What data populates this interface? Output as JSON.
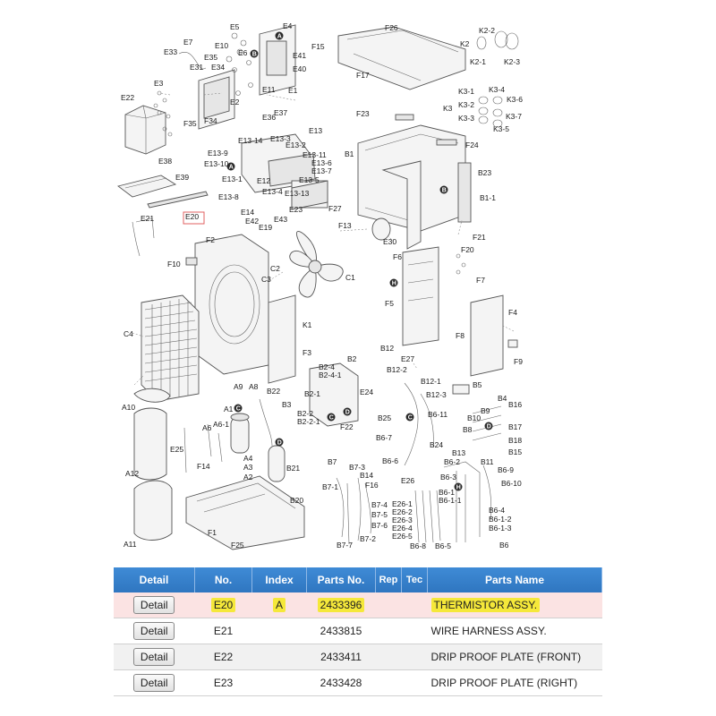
{
  "diagram": {
    "labels": [
      "E5",
      "E4",
      "E7",
      "E10",
      "E33",
      "E6",
      "E35",
      "E31",
      "E34",
      "E41",
      "E40",
      "E3",
      "E22",
      "E11",
      "E2",
      "E1",
      "E36",
      "E37",
      "F35",
      "F34",
      "E13",
      "E13-14",
      "E13-3",
      "E13-2",
      "E13-9",
      "E13-10",
      "E13-1",
      "E13-11",
      "E13-6",
      "E13-7",
      "E13-5",
      "E13-8",
      "E12",
      "E13-4",
      "E13-13",
      "E38",
      "E39",
      "E14",
      "E42",
      "E43",
      "E19",
      "E23",
      "F27",
      "E21",
      "E20",
      "F26",
      "F15",
      "K2-2",
      "K2",
      "K2-1",
      "K2-3",
      "F17",
      "K3-1",
      "K3-4",
      "K3",
      "K3-2",
      "K3-6",
      "K3-3",
      "K3-7",
      "K3-5",
      "F23",
      "F24",
      "B1",
      "B23",
      "B1-1",
      "F13",
      "E30",
      "F21",
      "F20",
      "F6",
      "F7",
      "F2",
      "F10",
      "C2",
      "C3",
      "C1",
      "K1",
      "F5",
      "F4",
      "F8",
      "F3",
      "C4",
      "F9",
      "B12",
      "E27",
      "B2",
      "B2-4",
      "B2-4-1",
      "B12-2",
      "B12-1",
      "B12-3",
      "A9",
      "A8",
      "A1",
      "B22",
      "B3",
      "B2-1",
      "E24",
      "B5",
      "B4",
      "A10",
      "B2-2",
      "B2-2-1",
      "F22",
      "B25",
      "B6-11",
      "B10",
      "B9",
      "B16",
      "B17",
      "B18",
      "A6",
      "A6-1",
      "B6-7",
      "B24",
      "B8",
      "B15",
      "E25",
      "A4",
      "A3",
      "A2",
      "B21",
      "B7",
      "B7-3",
      "B13",
      "B11",
      "B6-9",
      "B6-2",
      "B6-10",
      "B6-6",
      "B6-3",
      "E26",
      "B6-1",
      "B6-1-1",
      "B6-4",
      "A12",
      "F14",
      "B7-1",
      "B14",
      "F16",
      "E26-1",
      "E26-2",
      "E26-3",
      "E26-4",
      "E26-5",
      "B7-4",
      "B7-5",
      "B7-6",
      "B7-2",
      "B7-7",
      "B20",
      "B6-1-2",
      "B6-1-3",
      "B6",
      "B6-8",
      "B6-5",
      "F25",
      "F1",
      "A11"
    ],
    "badges": [
      "A",
      "B",
      "C",
      "D",
      "H"
    ],
    "highlight_label": "E20"
  },
  "table": {
    "headers": {
      "detail": "Detail",
      "no": "No.",
      "index": "Index",
      "parts_no": "Parts No.",
      "rep": "Rep",
      "tec": "Tec",
      "parts_name": "Parts Name"
    },
    "rows": [
      {
        "detail": "Detail",
        "no": "E20",
        "index": "A",
        "parts_no": "2433396",
        "name": "THERMISTOR ASSY."
      },
      {
        "detail": "Detail",
        "no": "E21",
        "index": "",
        "parts_no": "2433815",
        "name": "WIRE HARNESS ASSY."
      },
      {
        "detail": "Detail",
        "no": "E22",
        "index": "",
        "parts_no": "2433411",
        "name": "DRIP PROOF PLATE (FRONT)"
      },
      {
        "detail": "Detail",
        "no": "E23",
        "index": "",
        "parts_no": "2433428",
        "name": "DRIP PROOF PLATE (RIGHT)"
      }
    ]
  },
  "colors": {
    "header_bg": "#2f76c0",
    "highlight_row": "#fbe3e3",
    "marker_yellow": "#f5e83a",
    "callout_box": "#e06060"
  }
}
